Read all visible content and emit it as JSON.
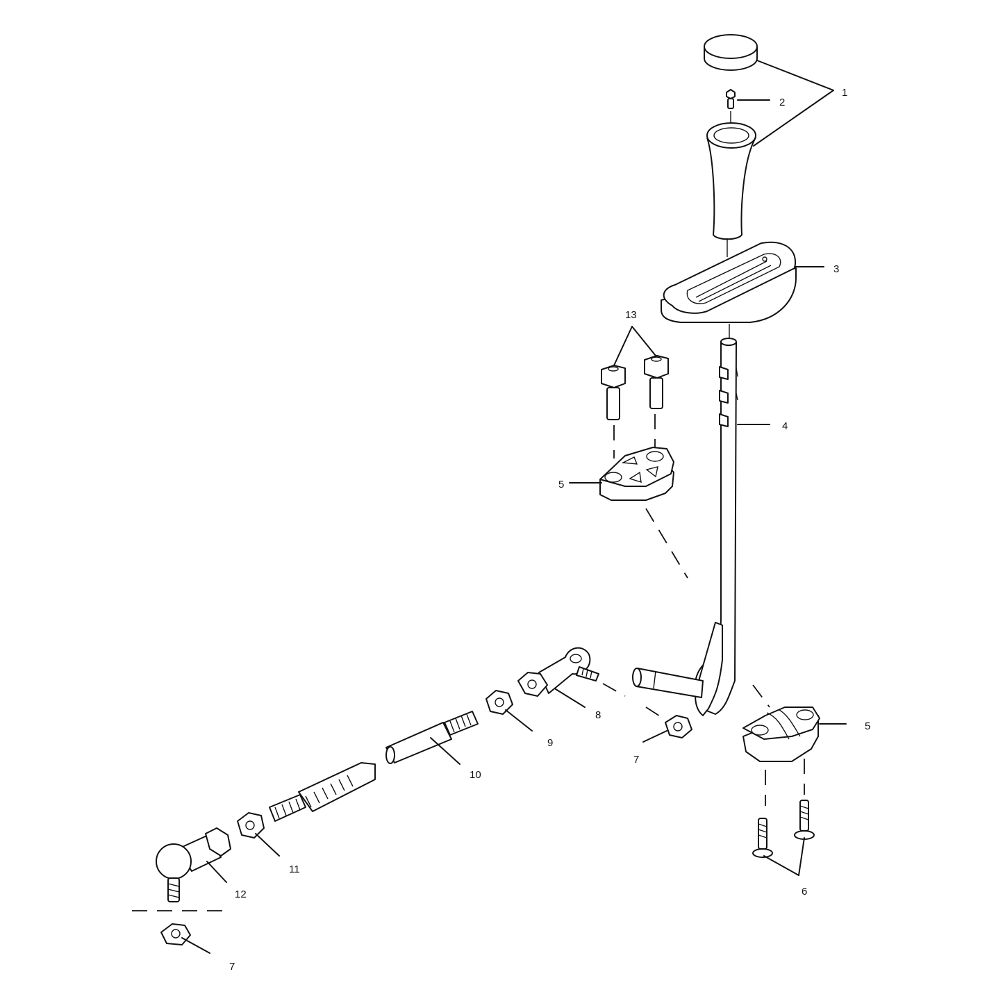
{
  "callouts": {
    "knob": "1",
    "screw": "2",
    "boot": "3",
    "shift_lever": "4",
    "bracket_upper": "5",
    "bracket_lower": "5",
    "bolts_lower": "6",
    "nut_center": "7",
    "nut_bottom": "7",
    "rod_end": "8",
    "jam_nut": "9",
    "shift_rod": "10",
    "jam_nut_lower": "11",
    "ball_joint": "12",
    "bolts_upper": "13"
  }
}
